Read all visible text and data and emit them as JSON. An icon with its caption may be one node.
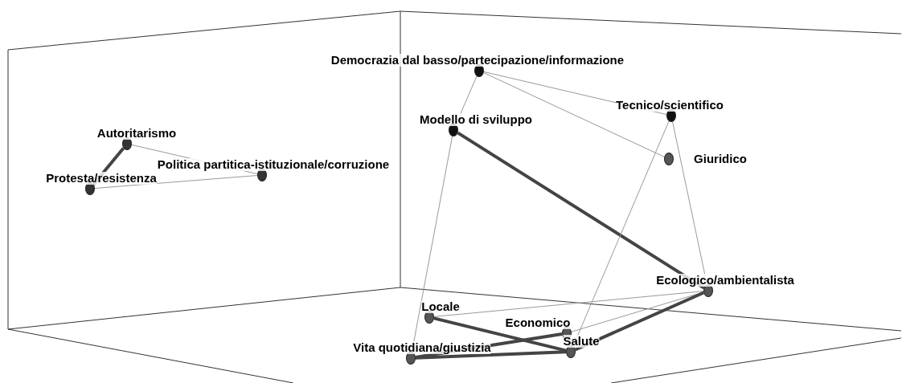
{
  "diagram": {
    "nodes": [
      {
        "text": [
          "Democrazia dal basso/partecipazione/informazione"
        ]
      },
      {
        "text": [
          "Tecnico/scientifico"
        ]
      },
      {
        "text": [
          "Modello di sviluppo"
        ]
      },
      {
        "text": [
          "Giuridico"
        ]
      },
      {
        "text": [
          "Autoritarismo"
        ]
      },
      {
        "text": [
          "Protesta/resistenza"
        ]
      },
      {
        "text": [
          "Politica partitica-istituzionale/corruzione"
        ]
      },
      {
        "text": [
          "Ecologico/ambientalista"
        ]
      },
      {
        "text": [
          "Locale"
        ]
      },
      {
        "text": [
          "Economico"
        ]
      },
      {
        "text": [
          "Vita quotidiana/giustizia"
        ]
      },
      {
        "text": [
          "Salute"
        ]
      }
    ],
    "edges": [
      {
        "from": 4,
        "to": 5,
        "arrow": "none",
        "style": "thick"
      },
      {
        "from": 4,
        "to": 6,
        "arrow": "none"
      },
      {
        "from": 5,
        "to": 6,
        "arrow": "none"
      },
      {
        "from": 0,
        "to": 2,
        "arrow": "none"
      },
      {
        "from": 0,
        "to": 1,
        "arrow": "none"
      },
      {
        "from": 0,
        "to": 3,
        "arrow": "none"
      },
      {
        "from": 2,
        "to": 7,
        "arrow": "none",
        "style": "thick"
      },
      {
        "from": 2,
        "to": 10,
        "arrow": "none"
      },
      {
        "from": 1,
        "to": 7,
        "arrow": "none"
      },
      {
        "from": 1,
        "to": 11,
        "arrow": "none"
      },
      {
        "from": 7,
        "to": 8,
        "arrow": "none"
      },
      {
        "from": 7,
        "to": 9,
        "arrow": "none"
      },
      {
        "from": 7,
        "to": 11,
        "arrow": "none",
        "style": "thick"
      },
      {
        "from": 8,
        "to": 11,
        "arrow": "none",
        "style": "thick"
      },
      {
        "from": 10,
        "to": 9,
        "arrow": "none",
        "style": "thick"
      },
      {
        "from": 10,
        "to": 11,
        "arrow": "none",
        "style": "thick"
      }
    ]
  }
}
